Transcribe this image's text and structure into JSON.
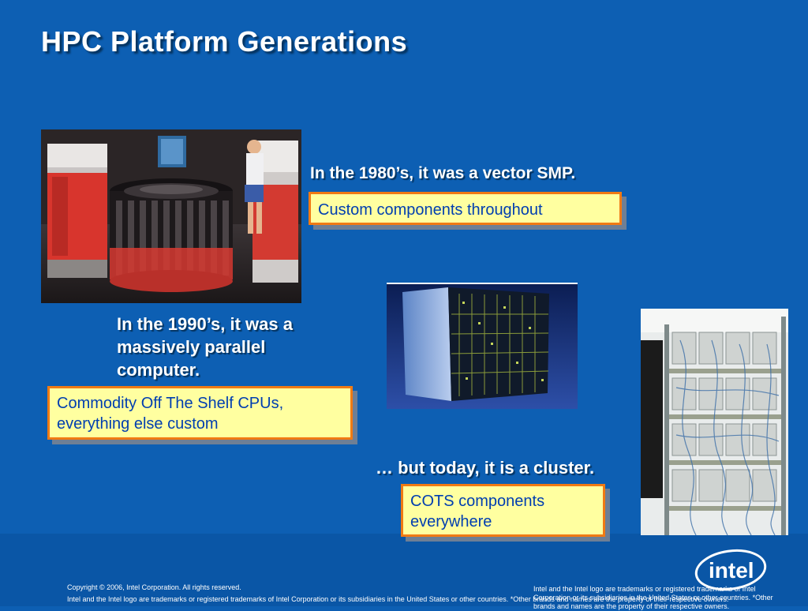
{
  "slide": {
    "title": "HPC Platform Generations",
    "caption_1980s": "In the 1980’s, it was a vector SMP.",
    "box_1980s": "Custom components throughout",
    "caption_1990s": "In the 1990’s, it was a massively parallel computer.",
    "box_1990s": "Commodity Off The Shelf CPUs, everything else custom",
    "caption_today": "… but today, it is a cluster.",
    "box_today": "COTS components everywhere"
  },
  "footer": {
    "copyright": "Copyright © 2006, Intel Corporation. All rights reserved.",
    "trademark": "Intel and the Intel logo are trademarks or registered trademarks of Intel Corporation or its subsidiaries in the United States or other countries. *Other brands and names are the property of their respective owners.",
    "trademark_right": "Intel and the Intel logo are trademarks or registered trademarks of Intel Corporation or its subsidiaries in the United States or other countries. *Other brands and names are the property of their respective owners.",
    "logo_text": "intel"
  },
  "colors": {
    "background": "#0d5fb3",
    "box_fill": "#ffffa0",
    "box_border": "#f07a14",
    "box_text": "#003eb0"
  }
}
